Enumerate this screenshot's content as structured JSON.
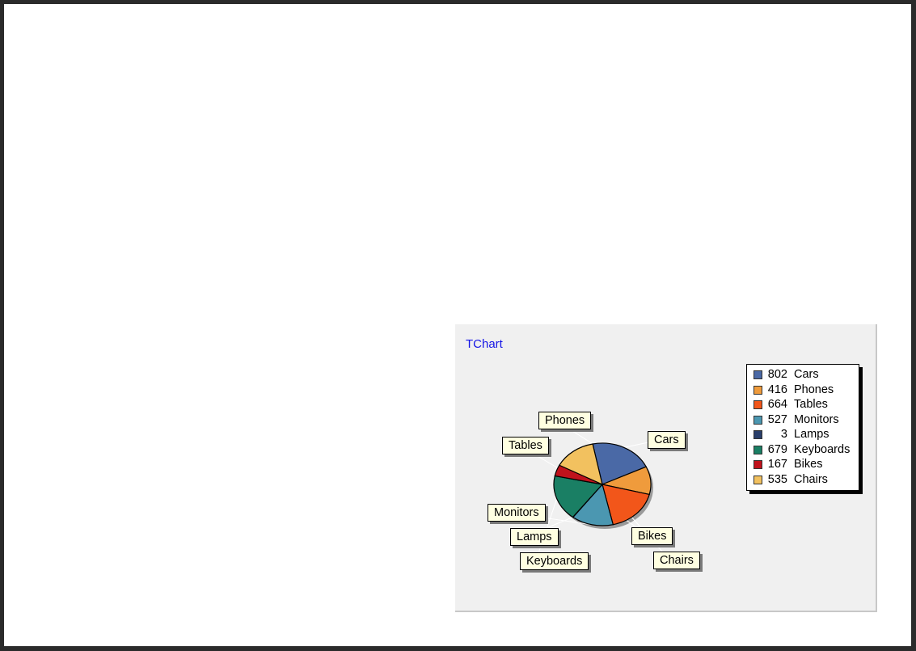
{
  "chart_data": {
    "type": "pie",
    "title": "TChart",
    "categories": [
      "Cars",
      "Phones",
      "Tables",
      "Monitors",
      "Lamps",
      "Keyboards",
      "Bikes",
      "Chairs"
    ],
    "values": [
      802,
      416,
      664,
      527,
      3,
      679,
      167,
      535
    ],
    "colors": [
      "#4a69a6",
      "#ef9b3c",
      "#f2561a",
      "#4b97b1",
      "#2a3f6b",
      "#1a7f64",
      "#c0121c",
      "#f2c15f"
    ],
    "legend": "right",
    "legend_entries": [
      {
        "value": "802",
        "label": "Cars"
      },
      {
        "value": "416",
        "label": "Phones"
      },
      {
        "value": "664",
        "label": "Tables"
      },
      {
        "value": "527",
        "label": "Monitors"
      },
      {
        "value": "3",
        "label": "Lamps"
      },
      {
        "value": "679",
        "label": "Keyboards"
      },
      {
        "value": "167",
        "label": "Bikes"
      },
      {
        "value": "535",
        "label": "Chairs"
      }
    ]
  }
}
